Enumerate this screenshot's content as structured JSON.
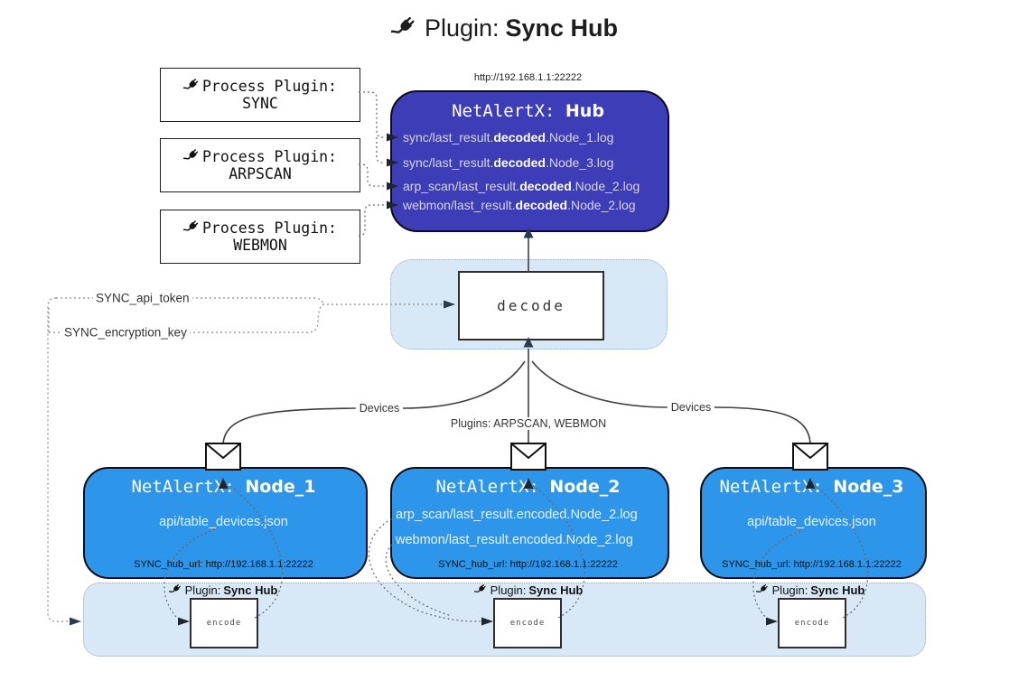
{
  "title": {
    "prefix": "Plugin:",
    "name": "Sync Hub"
  },
  "hub": {
    "url": "http://192.168.1.1:22222",
    "name_prefix": "NetAlertX:",
    "name": "Hub",
    "logs": [
      {
        "pre": "sync/last_result.",
        "mid": "decoded",
        "post": ".Node_1.log"
      },
      {
        "pre": "sync/last_result.",
        "mid": "decoded",
        "post": ".Node_3.log"
      },
      {
        "pre": "arp_scan/last_result.",
        "mid": "decoded",
        "post": ".Node_2.log"
      },
      {
        "pre": "webmon/last_result.",
        "mid": "decoded",
        "post": ".Node_2.log"
      }
    ]
  },
  "process_plugins": [
    {
      "label": "Process Plugin:",
      "name": "SYNC"
    },
    {
      "label": "Process Plugin:",
      "name": "ARPSCAN"
    },
    {
      "label": "Process Plugin:",
      "name": "WEBMON"
    }
  ],
  "settings": {
    "api_token": "SYNC_api_token",
    "encryption_key": "SYNC_encryption_key"
  },
  "flows": {
    "devices_left": "Devices",
    "devices_right": "Devices",
    "plugins": "Plugins: ARPSCAN, WEBMON"
  },
  "decode_label": "decode",
  "nodes": [
    {
      "name_prefix": "NetAlertX:",
      "name": "Node_1",
      "files": [
        "api/table_devices.json"
      ],
      "hub_url": "SYNC_hub_url: http://192.168.1.1:22222"
    },
    {
      "name_prefix": "NetAlertX:",
      "name": "Node_2",
      "files": [
        "arp_scan/last_result.encoded.Node_2.log",
        "webmon/last_result.encoded.Node_2.log"
      ],
      "hub_url": "SYNC_hub_url: http://192.168.1.1:22222"
    },
    {
      "name_prefix": "NetAlertX:",
      "name": "Node_3",
      "files": [
        "api/table_devices.json"
      ],
      "hub_url": "SYNC_hub_url: http://192.168.1.1:22222"
    }
  ],
  "encoders": [
    {
      "label_prefix": "Plugin:",
      "label_name": "Sync Hub",
      "box": "encode"
    },
    {
      "label_prefix": "Plugin:",
      "label_name": "Sync Hub",
      "box": "encode"
    },
    {
      "label_prefix": "Plugin:",
      "label_name": "Sync Hub",
      "box": "encode"
    }
  ],
  "colors": {
    "hub_bg": "#3d3db8",
    "node_bg": "#2e96ea",
    "panel_bg": "#d9e8f7"
  }
}
